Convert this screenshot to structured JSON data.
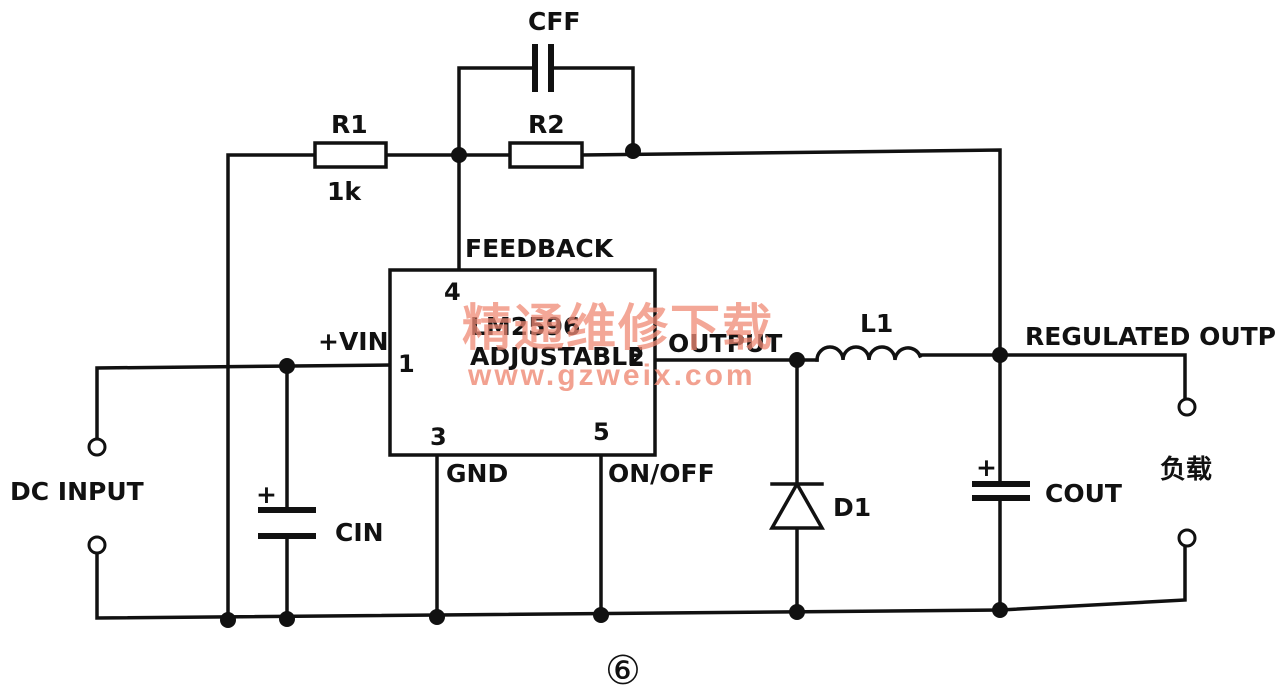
{
  "figure_number": "⑥",
  "ic": {
    "part_line1": "LM2596",
    "part_line2": "ADJUSTABLE",
    "pin1": "1",
    "pin2": "2",
    "pin3": "3",
    "pin4": "4",
    "pin5": "5",
    "vin_label": "+VIN",
    "feedback_label": "FEEDBACK",
    "output_label": "OUTPUT",
    "gnd_label": "GND",
    "onoff_label": "ON/OFF"
  },
  "components": {
    "r1_name": "R1",
    "r1_value": "1k",
    "r2_name": "R2",
    "cff_name": "CFF",
    "l1_name": "L1",
    "d1_name": "D1",
    "cin_name": "CIN",
    "cin_polarity": "+",
    "cout_name": "COUT",
    "cout_polarity": "+"
  },
  "terminals": {
    "input_label": "DC INPUT",
    "output_label": "REGULATED OUTPUT",
    "load_label": "负载"
  },
  "watermark": {
    "text_cn": "精通维修下载",
    "url": "www.gzweix.com"
  }
}
